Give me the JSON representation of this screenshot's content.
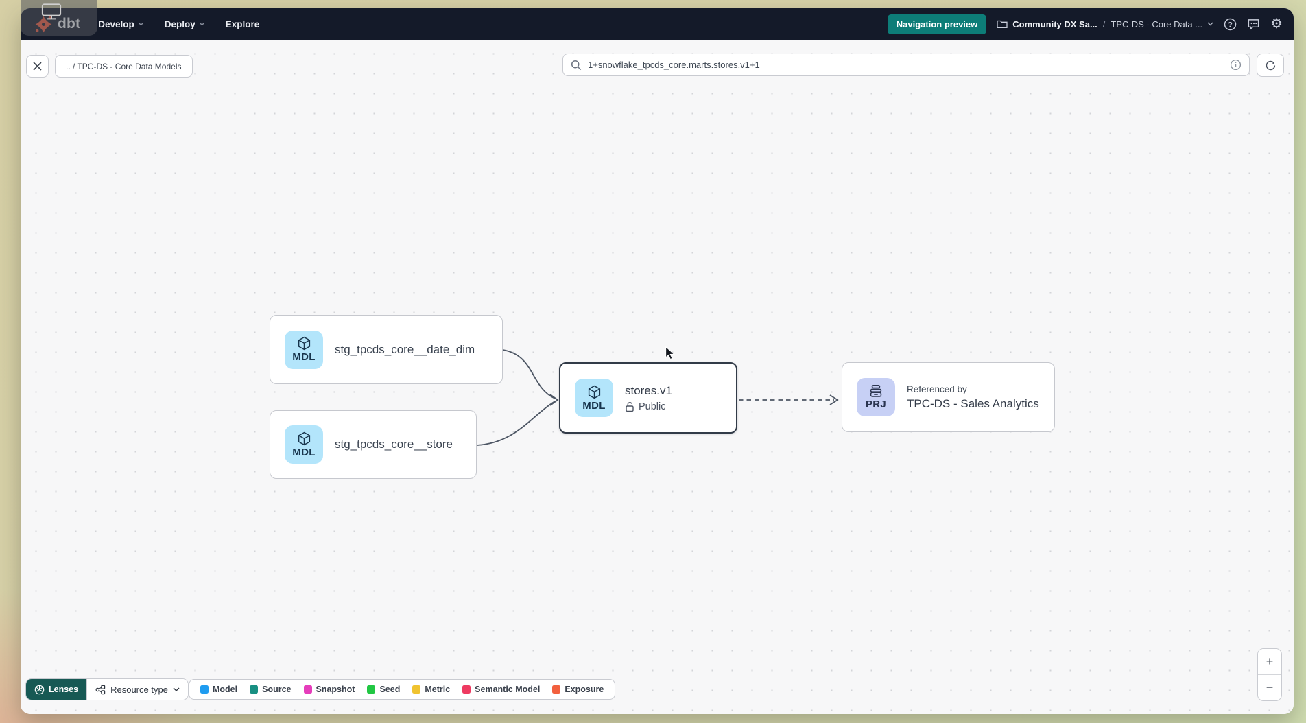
{
  "navbar": {
    "logo_text": "dbt",
    "menus": [
      {
        "label": "Develop"
      },
      {
        "label": "Deploy"
      },
      {
        "label": "Explore"
      }
    ],
    "preview_button": "Navigation preview",
    "account": "Community DX Sa...",
    "separator": "/",
    "project": "TPC-DS - Core Data ..."
  },
  "toolbar": {
    "breadcrumb": ".. / TPC-DS - Core Data Models",
    "search_value": "1+snowflake_tpcds_core.marts.stores.v1+1"
  },
  "graph": {
    "nodes": [
      {
        "badge": "MDL",
        "label": "stg_tpcds_core__date_dim"
      },
      {
        "badge": "MDL",
        "label": "stg_tpcds_core__store"
      },
      {
        "badge": "MDL",
        "label": "stores.v1",
        "visibility": "Public"
      },
      {
        "badge": "PRJ",
        "kicker": "Referenced by",
        "label": "TPC-DS - Sales Analytics"
      }
    ]
  },
  "footer": {
    "lenses_label": "Lenses",
    "resource_type_label": "Resource type",
    "legend": [
      {
        "label": "Model",
        "color": "#1f9cf0"
      },
      {
        "label": "Source",
        "color": "#188f82"
      },
      {
        "label": "Snapshot",
        "color": "#e53dbb"
      },
      {
        "label": "Seed",
        "color": "#21c743"
      },
      {
        "label": "Metric",
        "color": "#f0c330"
      },
      {
        "label": "Semantic Model",
        "color": "#ee3a61"
      },
      {
        "label": "Exposure",
        "color": "#f2603e"
      }
    ]
  },
  "zoom": {
    "zoom_in": "+",
    "zoom_out": "−"
  }
}
